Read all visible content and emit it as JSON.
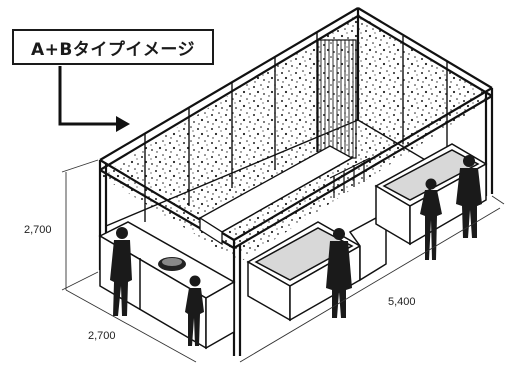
{
  "title": "A+Bタイプイメージ",
  "dimensions": {
    "height": "2,700",
    "depth": "2,700",
    "width": "5,400"
  }
}
